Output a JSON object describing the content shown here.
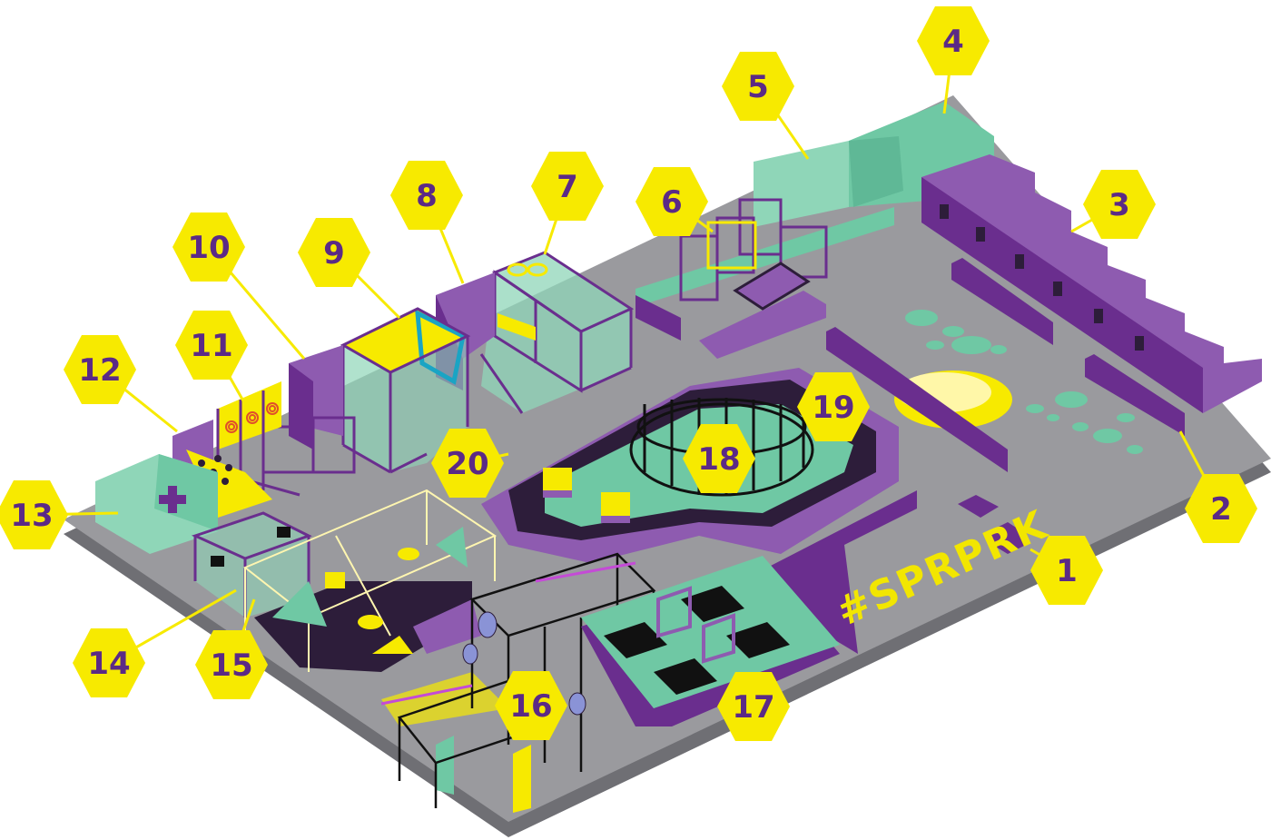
{
  "floor_text": "#SPRPRK",
  "colors": {
    "floor": "#9a9a9e",
    "floor_edge": "#6f6f74",
    "purple": "#6a2e8e",
    "purple_light": "#8e5bb0",
    "mint": "#6fc8a4",
    "mint_light": "#8fd6b8",
    "yellow": "#f7ea00",
    "marker_text": "#5b2a86",
    "dark": "#2d1d3a"
  },
  "markers": [
    {
      "id": "1",
      "label": "1"
    },
    {
      "id": "2",
      "label": "2"
    },
    {
      "id": "3",
      "label": "3"
    },
    {
      "id": "4",
      "label": "4"
    },
    {
      "id": "5",
      "label": "5"
    },
    {
      "id": "6",
      "label": "6"
    },
    {
      "id": "7",
      "label": "7"
    },
    {
      "id": "8",
      "label": "8"
    },
    {
      "id": "9",
      "label": "9"
    },
    {
      "id": "10",
      "label": "10"
    },
    {
      "id": "11",
      "label": "11"
    },
    {
      "id": "12",
      "label": "12"
    },
    {
      "id": "13",
      "label": "13"
    },
    {
      "id": "14",
      "label": "14"
    },
    {
      "id": "15",
      "label": "15"
    },
    {
      "id": "16",
      "label": "16"
    },
    {
      "id": "17",
      "label": "17"
    },
    {
      "id": "18",
      "label": "18"
    },
    {
      "id": "19",
      "label": "19"
    },
    {
      "id": "20",
      "label": "20"
    }
  ]
}
